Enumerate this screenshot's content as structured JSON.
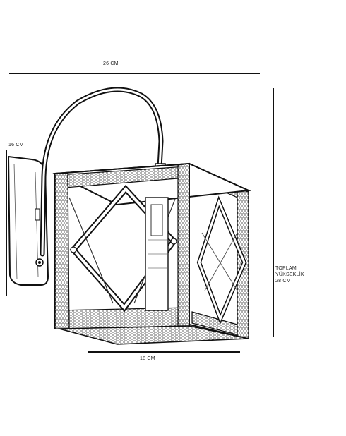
{
  "dimensions": {
    "width_label": "26 CM",
    "depth_label": "16 CM",
    "base_label": "18 CM",
    "height_label_line1": "TOPLAM",
    "height_label_line2": "YÜKSEKLİK",
    "height_label_line3": "28 CM"
  },
  "colors": {
    "ink": "#111111",
    "wood_dark": "#2b2b2b",
    "wood_mid": "#6a6a6a",
    "paper": "#ffffff"
  }
}
